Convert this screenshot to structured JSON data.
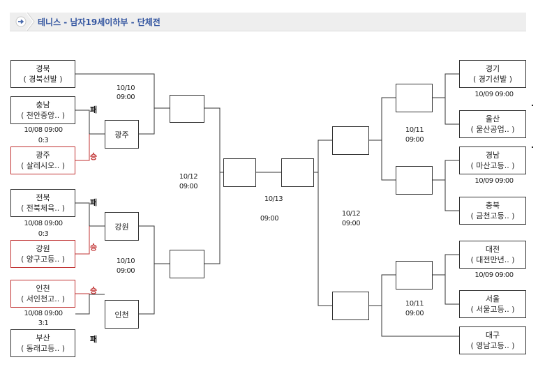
{
  "title": "테니스 - 남자19세이하부 - 단체전",
  "icons": {
    "header": "arrow-right-circle-icon"
  },
  "colors": {
    "winner_border": "#c03030",
    "title": "#3355a0"
  },
  "left": {
    "teams": [
      {
        "region": "경북",
        "school": "( 경북선발 )"
      },
      {
        "region": "충남",
        "school": "( 천안중앙.. )"
      },
      {
        "region": "광주",
        "school": "( 살레시오.. )"
      },
      {
        "region": "전북",
        "school": "( 전북체육.. )"
      },
      {
        "region": "강원",
        "school": "( 양구고등.. )"
      },
      {
        "region": "인천",
        "school": "( 서인천고.. )"
      },
      {
        "region": "부산",
        "school": "( 동래고등.. )"
      }
    ],
    "matches": [
      {
        "date": "10/08  09:00",
        "score": "0:3",
        "top": "패",
        "bottom": "승"
      },
      {
        "date": "10/08  09:00",
        "score": "0:3",
        "top": "패",
        "bottom": "승"
      },
      {
        "date": "10/08  09:00",
        "score": "3:1",
        "top": "승",
        "bottom": "패"
      }
    ],
    "round2": [
      "광주",
      "강원",
      "인천"
    ],
    "round2_times": [
      {
        "date": "10/10",
        "time": "09:00"
      },
      {
        "date": "10/10",
        "time": "09:00"
      }
    ],
    "round3_time": {
      "date": "10/12",
      "time": "09:00"
    }
  },
  "center": {
    "date": "10/13",
    "time": "09:00"
  },
  "right": {
    "teams": [
      {
        "region": "경기",
        "school": "( 경기선발 )"
      },
      {
        "region": "울산",
        "school": "( 울산공업.. )"
      },
      {
        "region": "경남",
        "school": "( 마산고등.. )"
      },
      {
        "region": "충북",
        "school": "( 금천고등.. )"
      },
      {
        "region": "대전",
        "school": "( 대전만년.. )"
      },
      {
        "region": "서울",
        "school": "( 서울고등.. )"
      },
      {
        "region": "대구",
        "school": "( 영남고등.. )"
      }
    ],
    "match_dates": [
      "10/09  09:00",
      "10/09  09:00",
      "10/09  09:00"
    ],
    "round2_times": [
      {
        "date": "10/11",
        "time": "09:00"
      },
      {
        "date": "10/11",
        "time": "09:00"
      }
    ],
    "round3_time": {
      "date": "10/12",
      "time": "09:00"
    }
  }
}
